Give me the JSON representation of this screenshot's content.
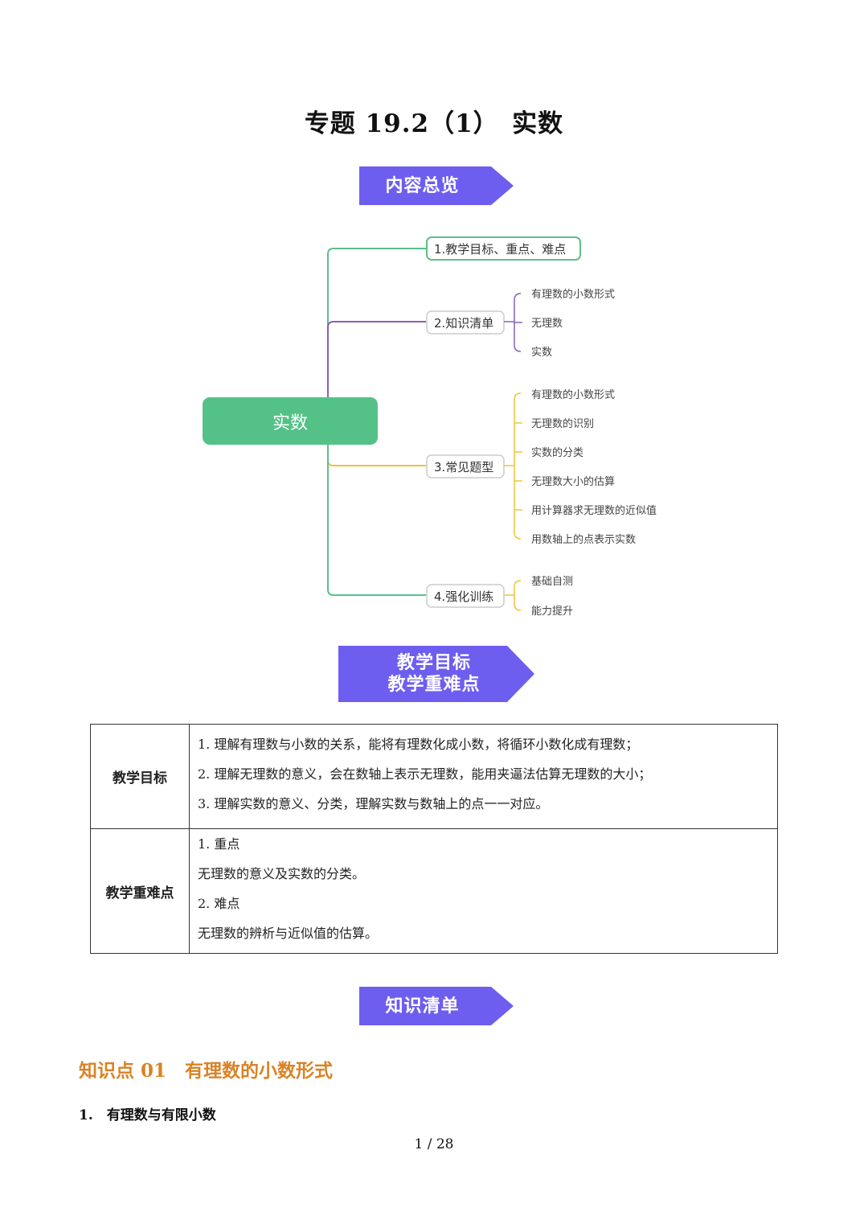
{
  "page_title": "专题 19.2（1）　实数",
  "banners": {
    "overview": [
      "内容总览"
    ],
    "goals": [
      "教学目标",
      "教学重难点"
    ],
    "knowledge": [
      "知识清单"
    ]
  },
  "mindmap": {
    "root": "实数",
    "branch1": {
      "label": "1.教学目标、重点、难点"
    },
    "branch2": {
      "label": "2.知识清单",
      "items": [
        "有理数的小数形式",
        "无理数",
        "实数"
      ]
    },
    "branch3": {
      "label": "3.常见题型",
      "items": [
        "有理数的小数形式",
        "无理数的识别",
        "实数的分类",
        "无理数大小的估算",
        "用计算器求无理数的近似值",
        "用数轴上的点表示实数"
      ]
    },
    "branch4": {
      "label": "4.强化训练",
      "items": [
        "基础自测",
        "能力提升"
      ]
    },
    "colors": {
      "root": "#54c288",
      "green": "#5cc089",
      "purple": "#8a5fb6",
      "yellow": "#ecc43d",
      "banner": "#6d5ef0"
    }
  },
  "table": {
    "row1_header": "教学目标",
    "row1_lines": [
      "1. 理解有理数与小数的关系，能将有理数化成小数，将循环小数化成有理数；",
      "2. 理解无理数的意义，会在数轴上表示无理数，能用夹逼法估算无理数的大小；",
      "3. 理解实数的意义、分类，理解实数与数轴上的点一一对应。"
    ],
    "row2_header": "教学重难点",
    "row2_lines": [
      "1. 重点",
      "无理数的意义及实数的分类。",
      "2. 难点",
      "无理数的辨析与近似值的估算。"
    ]
  },
  "knowledge_point": "知识点 01　有理数的小数形式",
  "subsection": "1.　有理数与有限小数",
  "page_number": "1 / 28"
}
